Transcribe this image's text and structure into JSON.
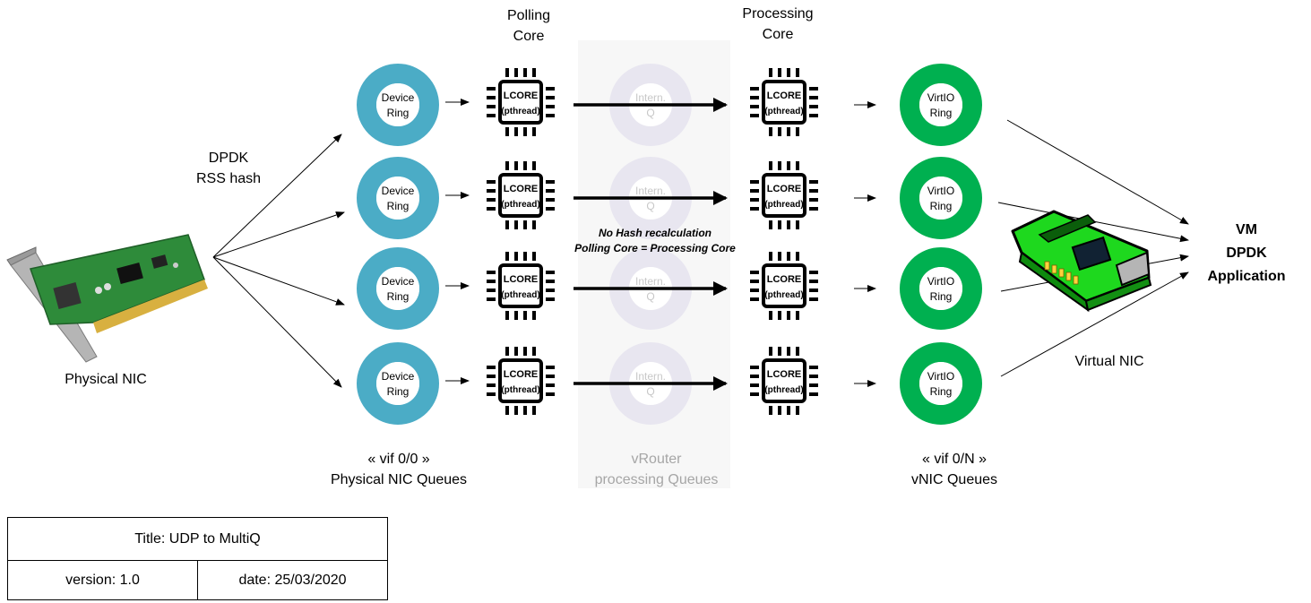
{
  "labels": {
    "polling_core": [
      "Polling",
      "Core"
    ],
    "processing_core": [
      "Processing",
      "Core"
    ],
    "dpdk_rss": [
      "DPDK",
      "RSS hash"
    ],
    "physical_nic": "Physical NIC",
    "vm_app": [
      "VM",
      "DPDK",
      "Application"
    ],
    "virtual_nic": "Virtual NIC",
    "no_hash_note": [
      "No Hash recalculation",
      "Polling Core = Processing Core"
    ],
    "physical_queues": [
      "« vif 0/0 »",
      "Physical NIC Queues"
    ],
    "vrouter_queues": [
      "vRouter",
      "processing Queues"
    ],
    "vnic_queues": [
      "« vif 0/N »",
      "vNIC Queues"
    ]
  },
  "rings": {
    "device": [
      "Device",
      "Ring"
    ],
    "internal": [
      "Intern.",
      "Q"
    ],
    "virtio": [
      "VirtIO",
      "Ring"
    ]
  },
  "lcore": [
    "LCORE",
    "(pthread)"
  ],
  "colors": {
    "device_ring": "#4bacc6",
    "internal_ring": "#e8e6f0",
    "virtio_ring": "#00b050",
    "chip": "#000000",
    "pcb_green": "#3aa33a",
    "vnic_green": "#1ed81e"
  },
  "title_block": {
    "title": "Title: UDP to MultiQ",
    "version": "version: 1.0",
    "date": "date: 25/03/2020"
  }
}
